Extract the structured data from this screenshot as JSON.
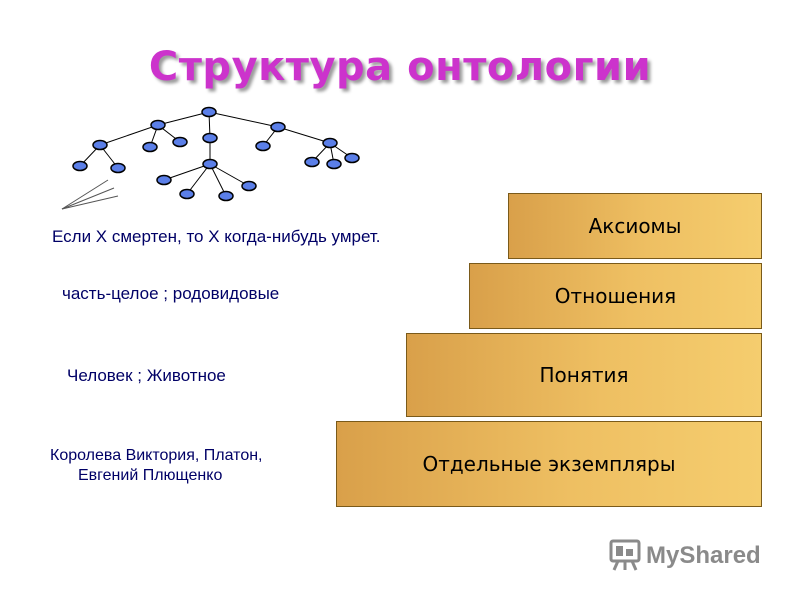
{
  "title": "Структура онтологии",
  "levels": {
    "axioms": "Аксиомы",
    "relations": "Отношения",
    "concepts": "Понятия",
    "instances": "Отдельные экземпляры"
  },
  "examples": {
    "axiom": "Если X смертен, то X когда-нибудь умрет.",
    "relations": "часть-целое ; родовидовые",
    "concepts": "Человек ; Животное",
    "instances_line1": "Королева Виктория, Платон,",
    "instances_line2": "Евгений Плющенко"
  },
  "logo": {
    "text": "MyShared"
  },
  "colors": {
    "title": "#cc33cc",
    "example_text": "#000066",
    "node_fill": "#5b7fe8",
    "step_fill": "#f0c060"
  }
}
